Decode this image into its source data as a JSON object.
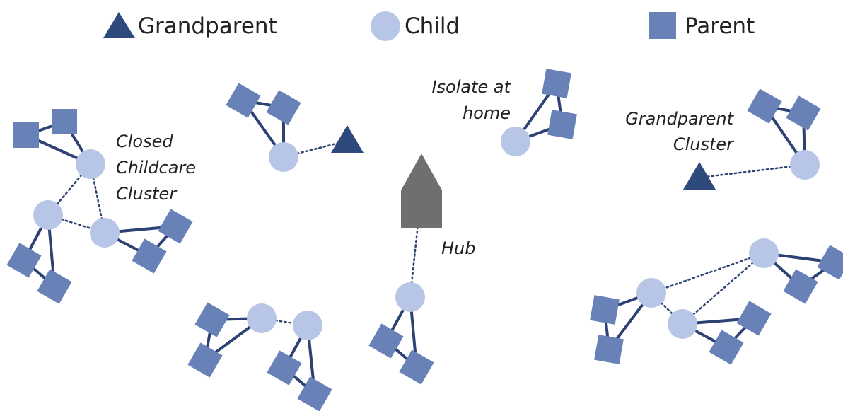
{
  "colors": {
    "grandparent": "#2e4a7c",
    "parent": "#6882b8",
    "child": "#b7c6e6",
    "solid_edge": "#2d4273",
    "dotted_edge": "#2d4273",
    "hub": "#6f6f6f",
    "text": "#222222"
  },
  "legend": {
    "grandparent": "Grandparent",
    "child": "Child",
    "parent": "Parent"
  },
  "annotations": {
    "closed_childcare_cluster": [
      "Closed",
      "Childcare",
      "Cluster"
    ],
    "isolate_at_home": [
      "Isolate at",
      "home"
    ],
    "grandparent_cluster": [
      "Grandparent",
      "Cluster"
    ],
    "hub": "Hub"
  },
  "node_types": [
    "grandparent",
    "child",
    "parent",
    "hub"
  ],
  "edge_types": [
    "household",
    "contact"
  ]
}
